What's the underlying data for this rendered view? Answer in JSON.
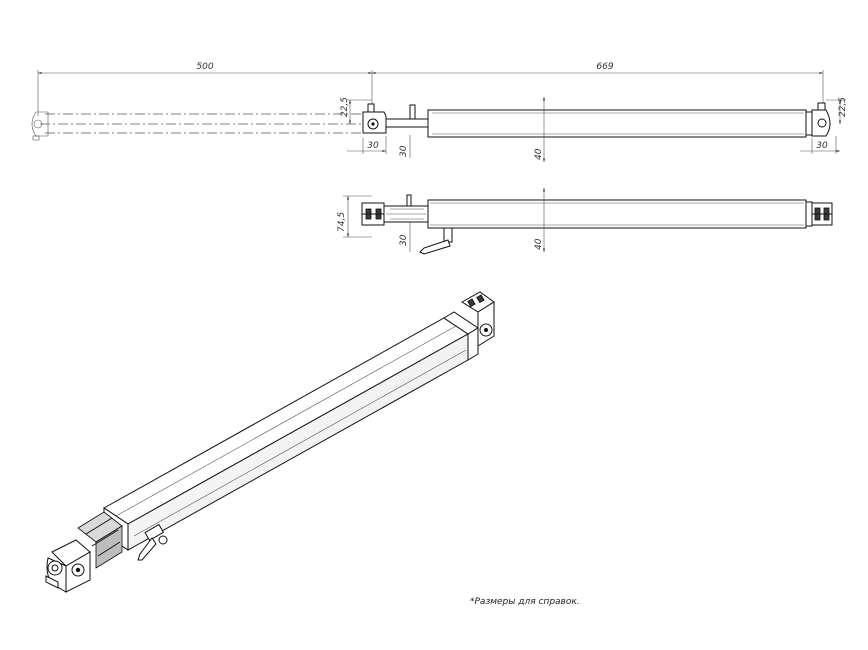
{
  "dimensions": {
    "extension_length": "500",
    "total_length": "669",
    "offset_left": "22,5",
    "offset_right": "22,5",
    "bracket_left": "30",
    "bracket_left_v": "30",
    "bracket_right": "30",
    "body_height_top": "40",
    "overall_height": "74,5",
    "bracket_height_side": "30",
    "body_height_side": "40"
  },
  "note": "*Размеры для справок.",
  "colors": {
    "line": "#111111",
    "dimension": "#555555",
    "background": "#ffffff"
  }
}
